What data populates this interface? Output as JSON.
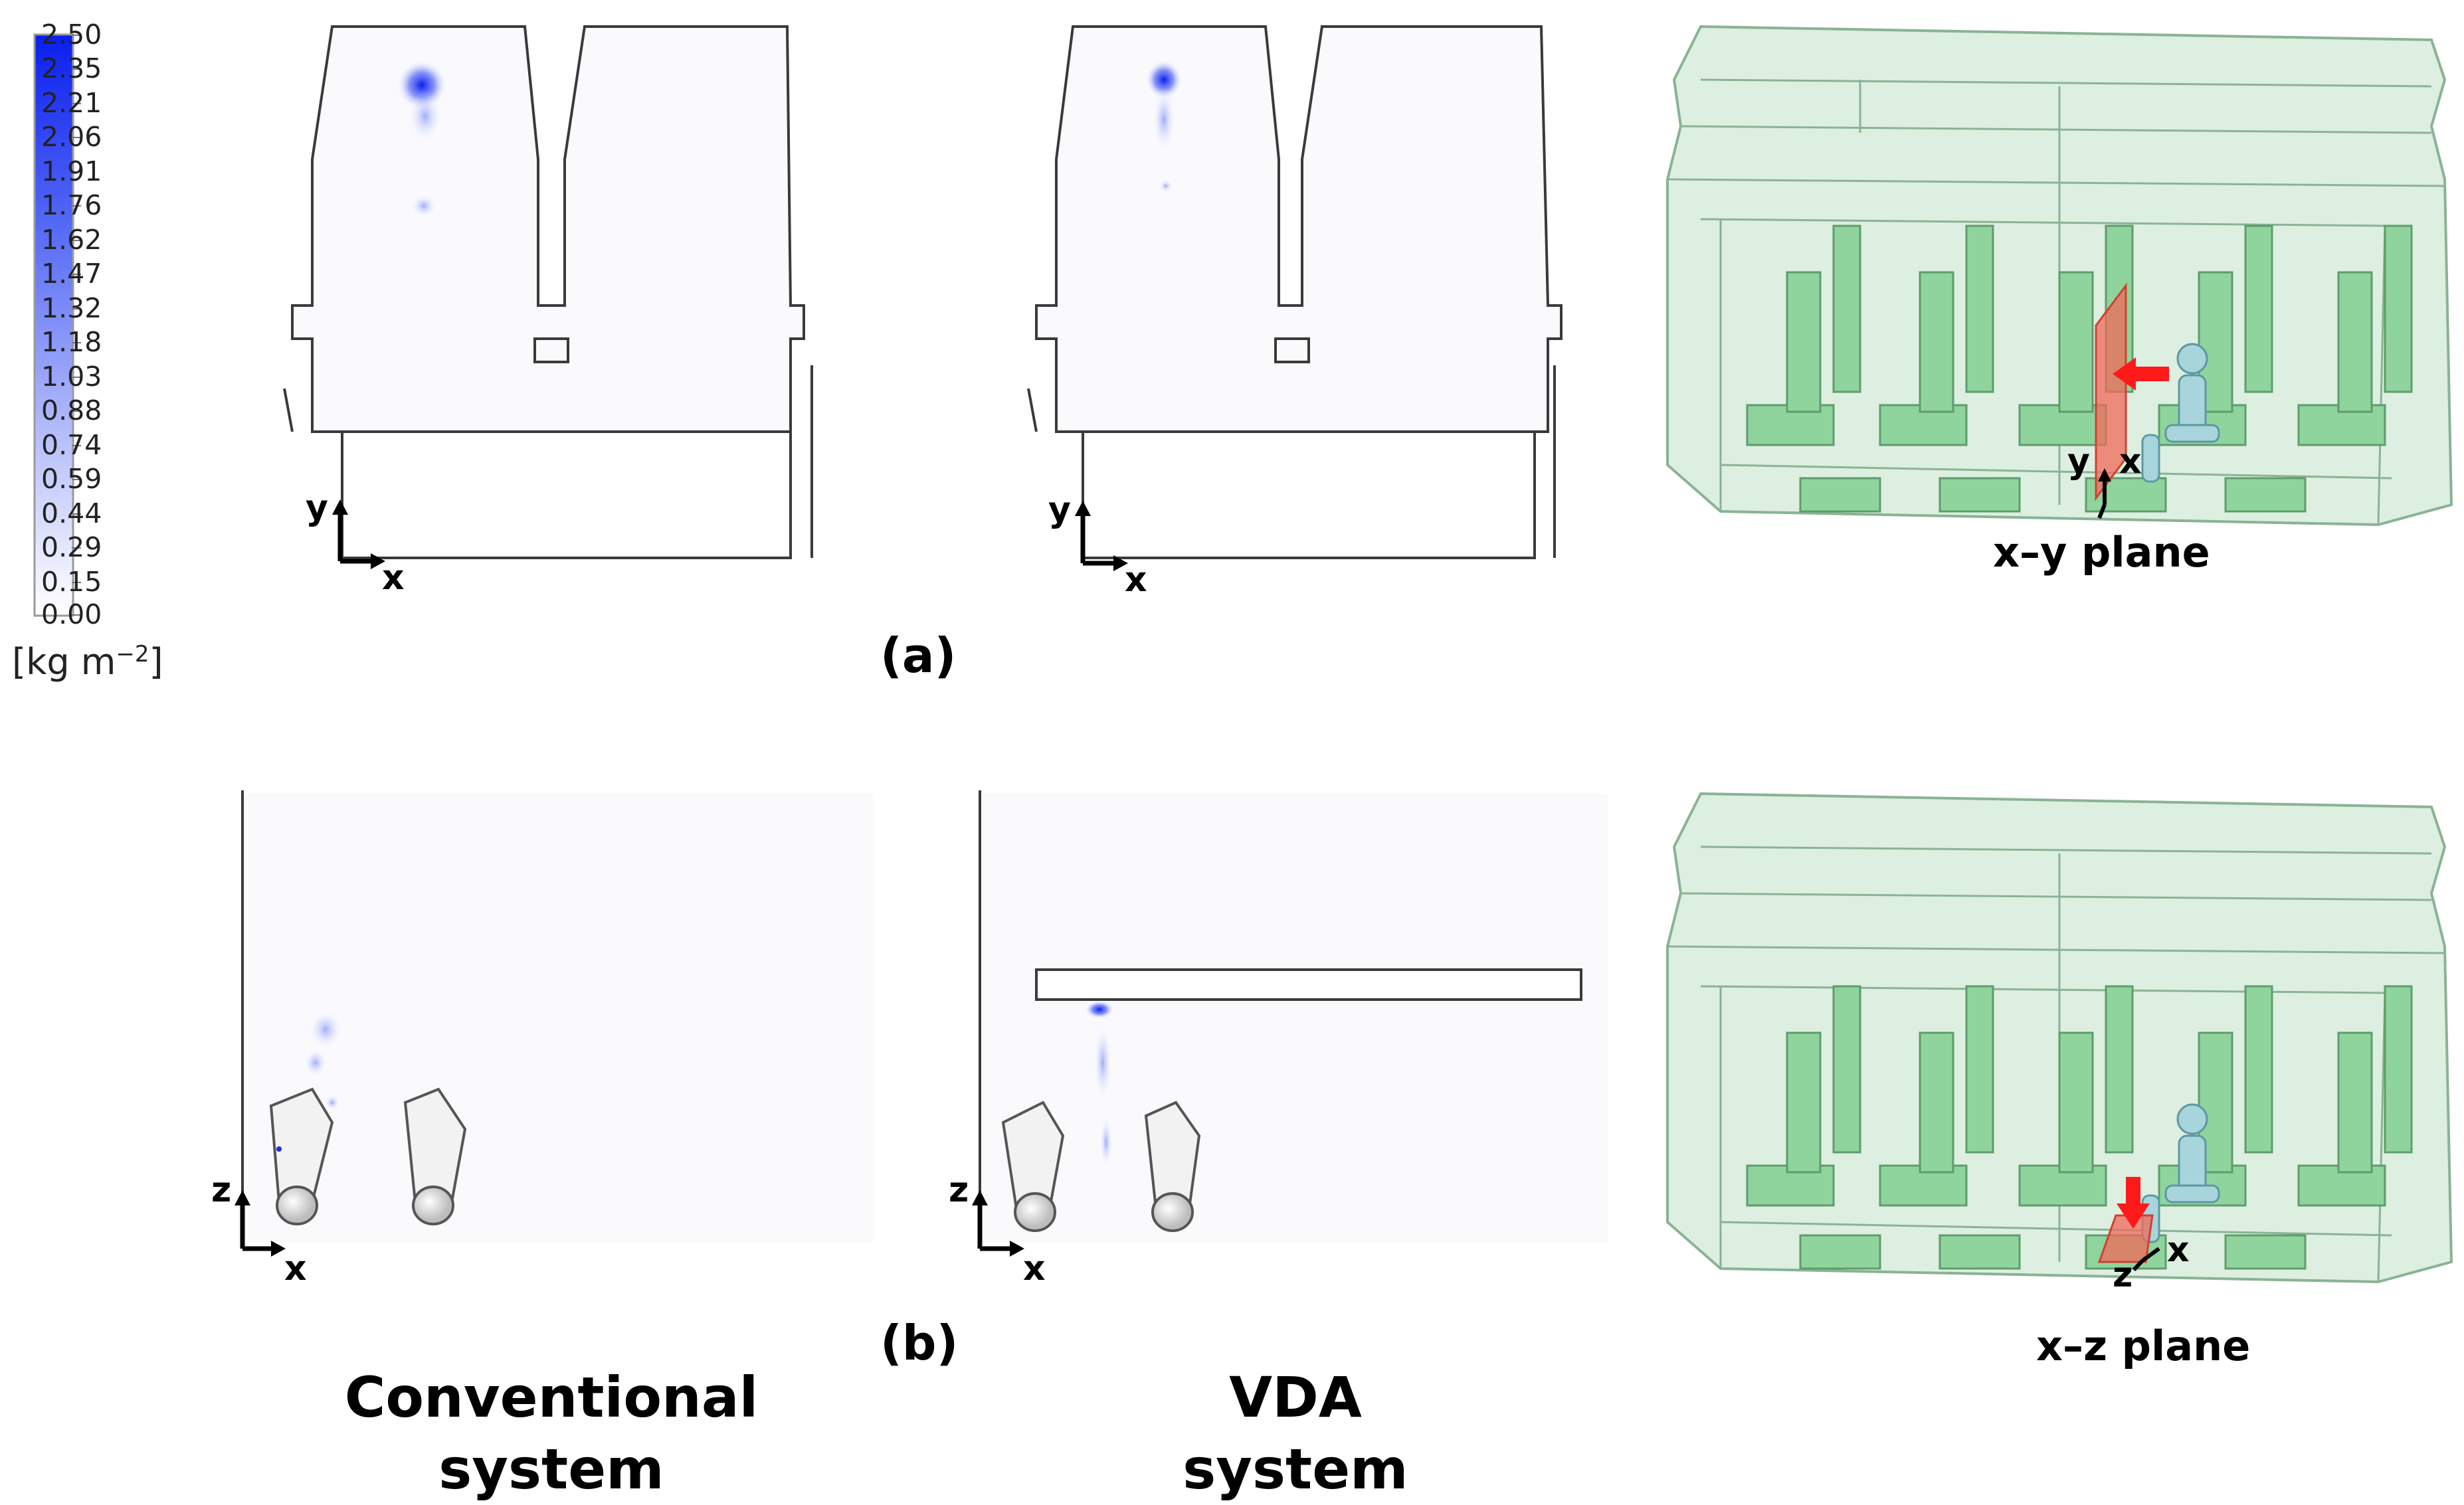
{
  "colorbar": {
    "ticks": [
      "2.50",
      "2.35",
      "2.21",
      "2.06",
      "1.91",
      "1.76",
      "1.62",
      "1.47",
      "1.32",
      "1.18",
      "1.03",
      "0.88",
      "0.74",
      "0.59",
      "0.44",
      "0.29",
      "0.15",
      "0.00"
    ],
    "unit_prefix": "[kg m",
    "unit_exp": "−2",
    "unit_suffix": "]",
    "color_max": "#0a1ef0",
    "color_min": "#ffffff"
  },
  "panel_a": {
    "label": "(a)",
    "plane_label": "x–y plane",
    "axis_y": "y",
    "axis_x": "x"
  },
  "panel_b": {
    "label": "(b)",
    "plane_label": "x–z plane",
    "axis_z": "z",
    "axis_x": "x"
  },
  "columns": {
    "conventional": [
      "Conventional",
      "system"
    ],
    "vda": [
      "VDA",
      "system"
    ]
  },
  "colors": {
    "cabin_fill": "#cfe8d4",
    "seat_fill": "#8fd49c",
    "plane_marker": "#f06a5a",
    "arrow": "#ff1a1a",
    "human": "#a8d4dc"
  }
}
